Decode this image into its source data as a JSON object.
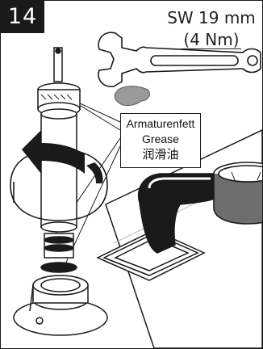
{
  "step": {
    "number": "14"
  },
  "tool": {
    "size_label": "SW 19 mm",
    "torque_label": "(4 Nm)"
  },
  "grease": {
    "de": "Armaturenfett",
    "en": "Grease",
    "zh": "润滑油"
  },
  "colors": {
    "ink": "#1a1a1a",
    "grease": "#9a9a9a",
    "rotation_arrow": "#1a1a1a"
  }
}
